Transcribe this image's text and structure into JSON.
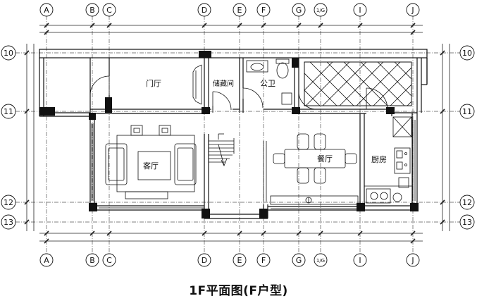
{
  "title": "1F平面图(F户型)",
  "axes": {
    "top": [
      "A",
      "B",
      "C",
      "D",
      "E",
      "F",
      "G",
      "1/G",
      "I",
      "J"
    ],
    "bottom": [
      "A",
      "B",
      "C",
      "D",
      "E",
      "F",
      "G",
      "1/G",
      "I",
      "J"
    ],
    "left": [
      "10",
      "11",
      "12",
      "13"
    ],
    "right": [
      "10",
      "11",
      "12",
      "13"
    ]
  },
  "rooms": {
    "entrance_hall": "门厅",
    "storage": "储藏间",
    "public_toilet": "公卫",
    "living_room": "客厅",
    "dining_room": "餐厅",
    "kitchen": "厨房"
  }
}
